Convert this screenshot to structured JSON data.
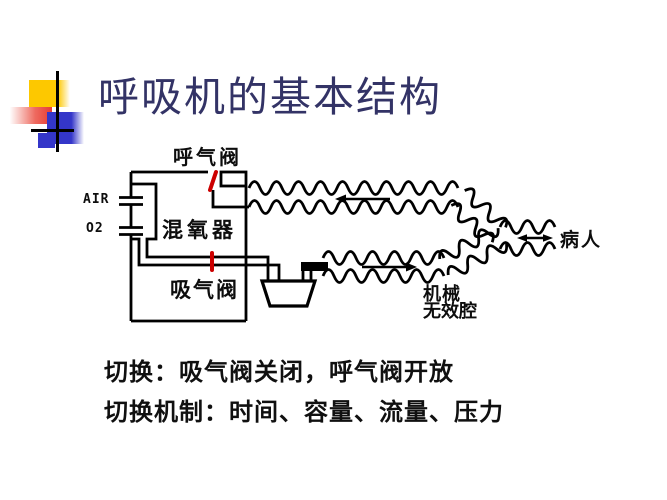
{
  "slide": {
    "title": "呼吸机的基本结构",
    "title_color": "#333366",
    "background_color": "#ffffff"
  },
  "decoration": {
    "yellow": "#fdc800",
    "red": "#e63c35",
    "blue": "#3436c9",
    "line": "#000000"
  },
  "diagram": {
    "labels": {
      "exhalation_valve": "呼气阀",
      "air_inlet": "AIR",
      "oxygen_inlet": "O2",
      "mixer": "混氧器",
      "inhalation_valve": "吸气阀",
      "dead_space_line1": "机械",
      "dead_space_line2": "无效腔",
      "patient": "病人"
    },
    "valve_marker_color": "#cc0000",
    "line_color": "#000000"
  },
  "notes": {
    "line1": "切换：吸气阀关闭，呼气阀开放",
    "line2": "切换机制：时间、容量、流量、压力"
  }
}
